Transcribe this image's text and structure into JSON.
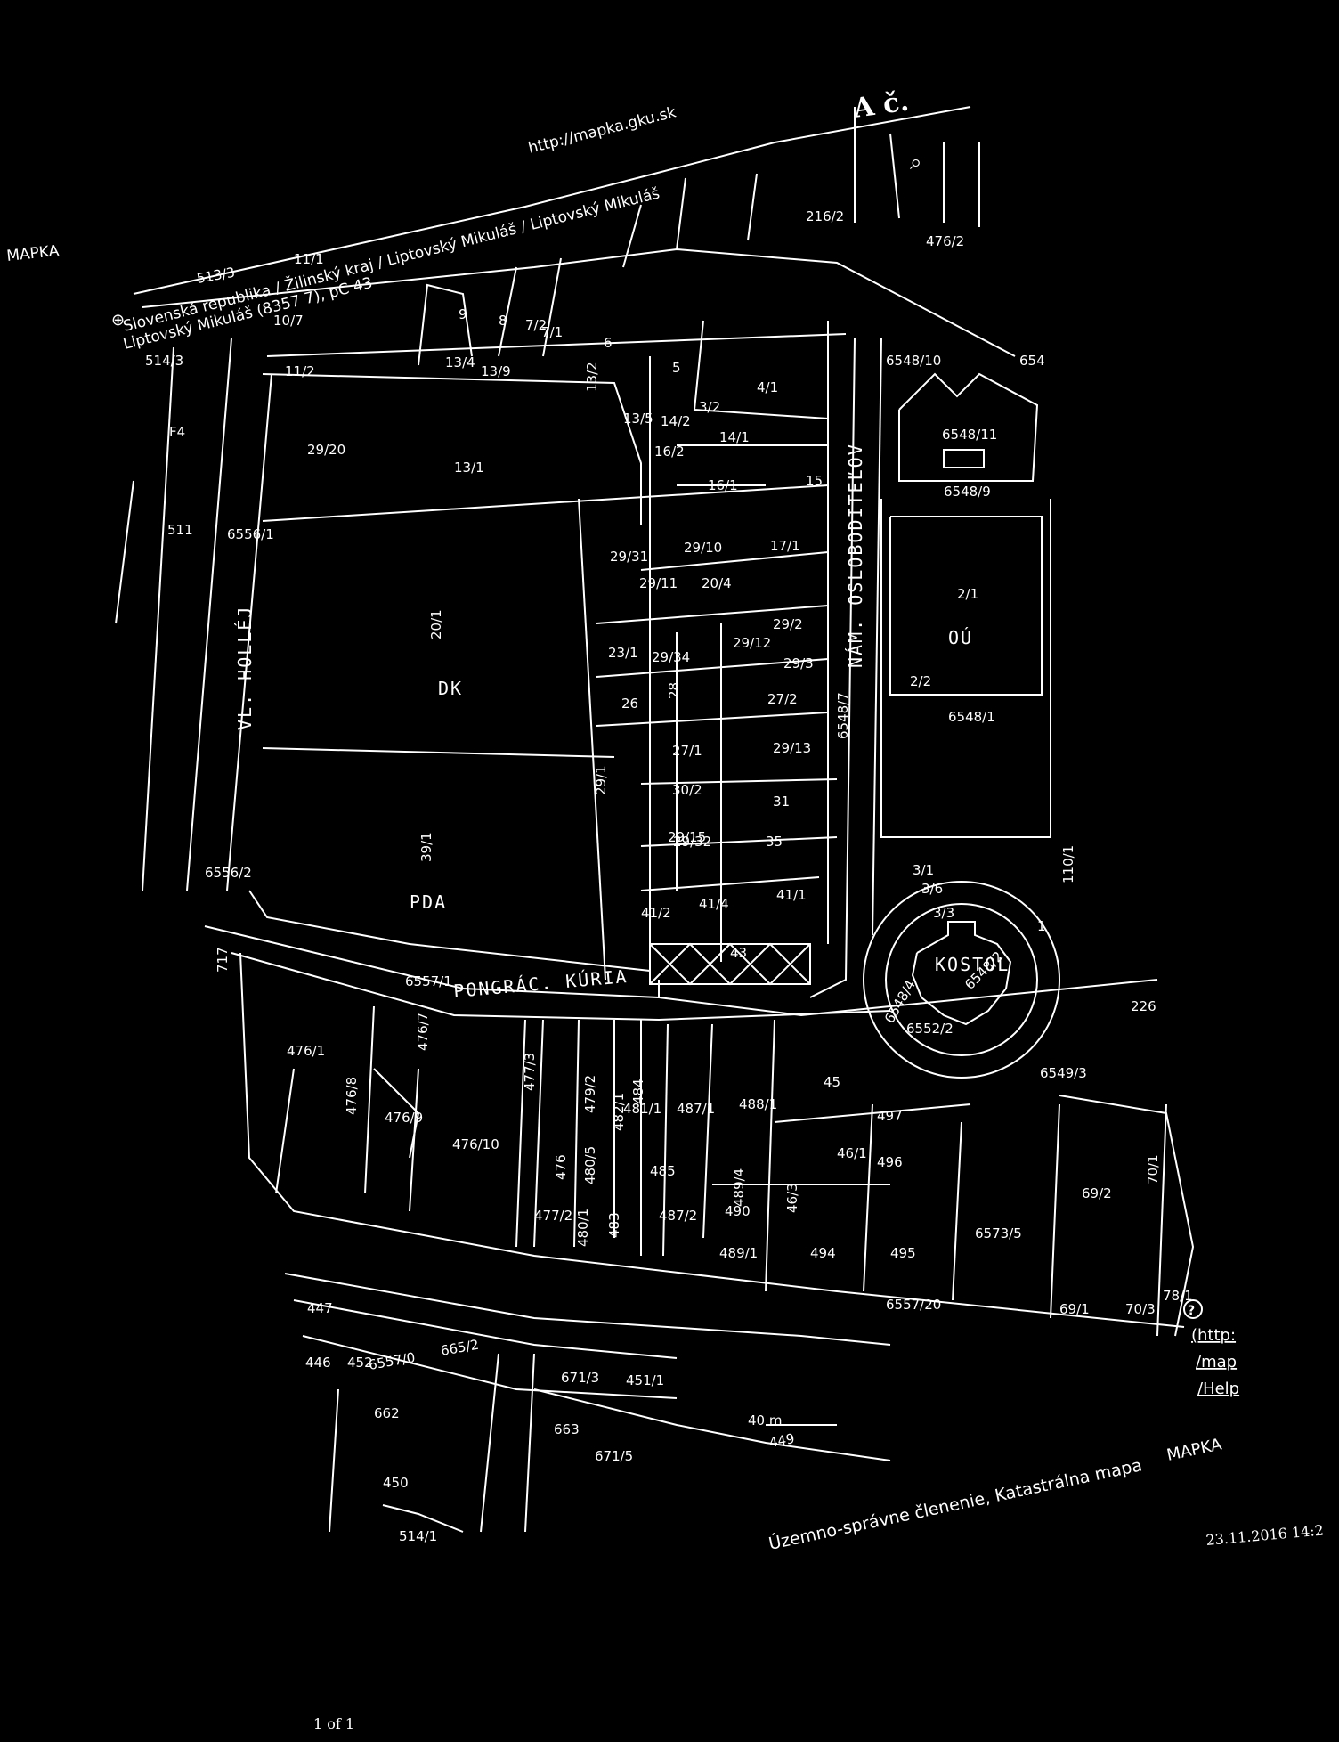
{
  "header": {
    "url": "http://mapka.gku.sk",
    "brand_left": "MAPKA",
    "breadcrumb": "Slovenská republika / Žilinský kraj / Liptovský Mikuláš / Liptovský Mikuláš",
    "location": "Liptovský Mikuláš (8357 7), pC 43",
    "corner_text": "A č."
  },
  "map": {
    "streets": [
      "VL. HOLLÉJ",
      "NÁM. OSLOBODITEĽOV",
      "PONGRÁC. KÚRIA"
    ],
    "buildings": [
      "DK",
      "PDA",
      "OÚ",
      "KOSTOL"
    ],
    "scale": "40 m"
  },
  "footer": {
    "layers": "Územno-správne členenie, Katastrálna mapa",
    "brand": "MAPKA",
    "timestamp": "23.11.2016 14:2",
    "help_links": [
      "(http:",
      "/map",
      "/Help"
    ],
    "page_info": "1 of 1"
  },
  "parcels": [
    "513/3",
    "11/1",
    "10/7",
    "9",
    "8",
    "7/2",
    "7/1",
    "6",
    "5",
    "4/1",
    "13/4",
    "13/9",
    "13/2",
    "13/5",
    "14/2",
    "3/2",
    "14/1",
    "11/2",
    "29/20",
    "13/1",
    "16/2",
    "16/1",
    "15",
    "511",
    "6556/1",
    "29/31",
    "29/10",
    "17/1",
    "29/11",
    "20/4",
    "20/1",
    "29/2",
    "23/1",
    "29/34",
    "29/12",
    "29/3",
    "26",
    "28",
    "27/2",
    "27/1",
    "29/13",
    "29/1",
    "30/2",
    "29/32",
    "31",
    "29/15",
    "35",
    "39/1",
    "41/2",
    "41/4",
    "41/1",
    "43",
    "6556/2",
    "6557/1",
    "717",
    "476/7",
    "476/1",
    "476/8",
    "476/9",
    "476/10",
    "477/3",
    "479/2",
    "481/1",
    "484",
    "482/1",
    "487/1",
    "488/1",
    "45",
    "497",
    "46/1",
    "496",
    "477/2",
    "476",
    "480/5",
    "485",
    "480/1",
    "483",
    "487/2",
    "490",
    "489/4",
    "46/3",
    "489/1",
    "494",
    "495",
    "6557/20",
    "6573/5",
    "69/2",
    "70/1",
    "69/1",
    "70/3",
    "78/1",
    "6548/10",
    "654",
    "6548/11",
    "6548/9",
    "2/1",
    "2/2",
    "6548/1",
    "6548/7",
    "3/1",
    "3/6",
    "3/3",
    "1",
    "6548/2",
    "6548/4",
    "6552/2",
    "6549/3",
    "110/1",
    "226",
    "216/2",
    "476/2",
    "447",
    "446",
    "452",
    "6557/0",
    "665/2",
    "671/3",
    "451/1",
    "662",
    "663",
    "671/5",
    "449",
    "450",
    "514/1",
    "514/3",
    "F4"
  ],
  "colors": {
    "background": "#000000",
    "linework": "#ffffff"
  }
}
